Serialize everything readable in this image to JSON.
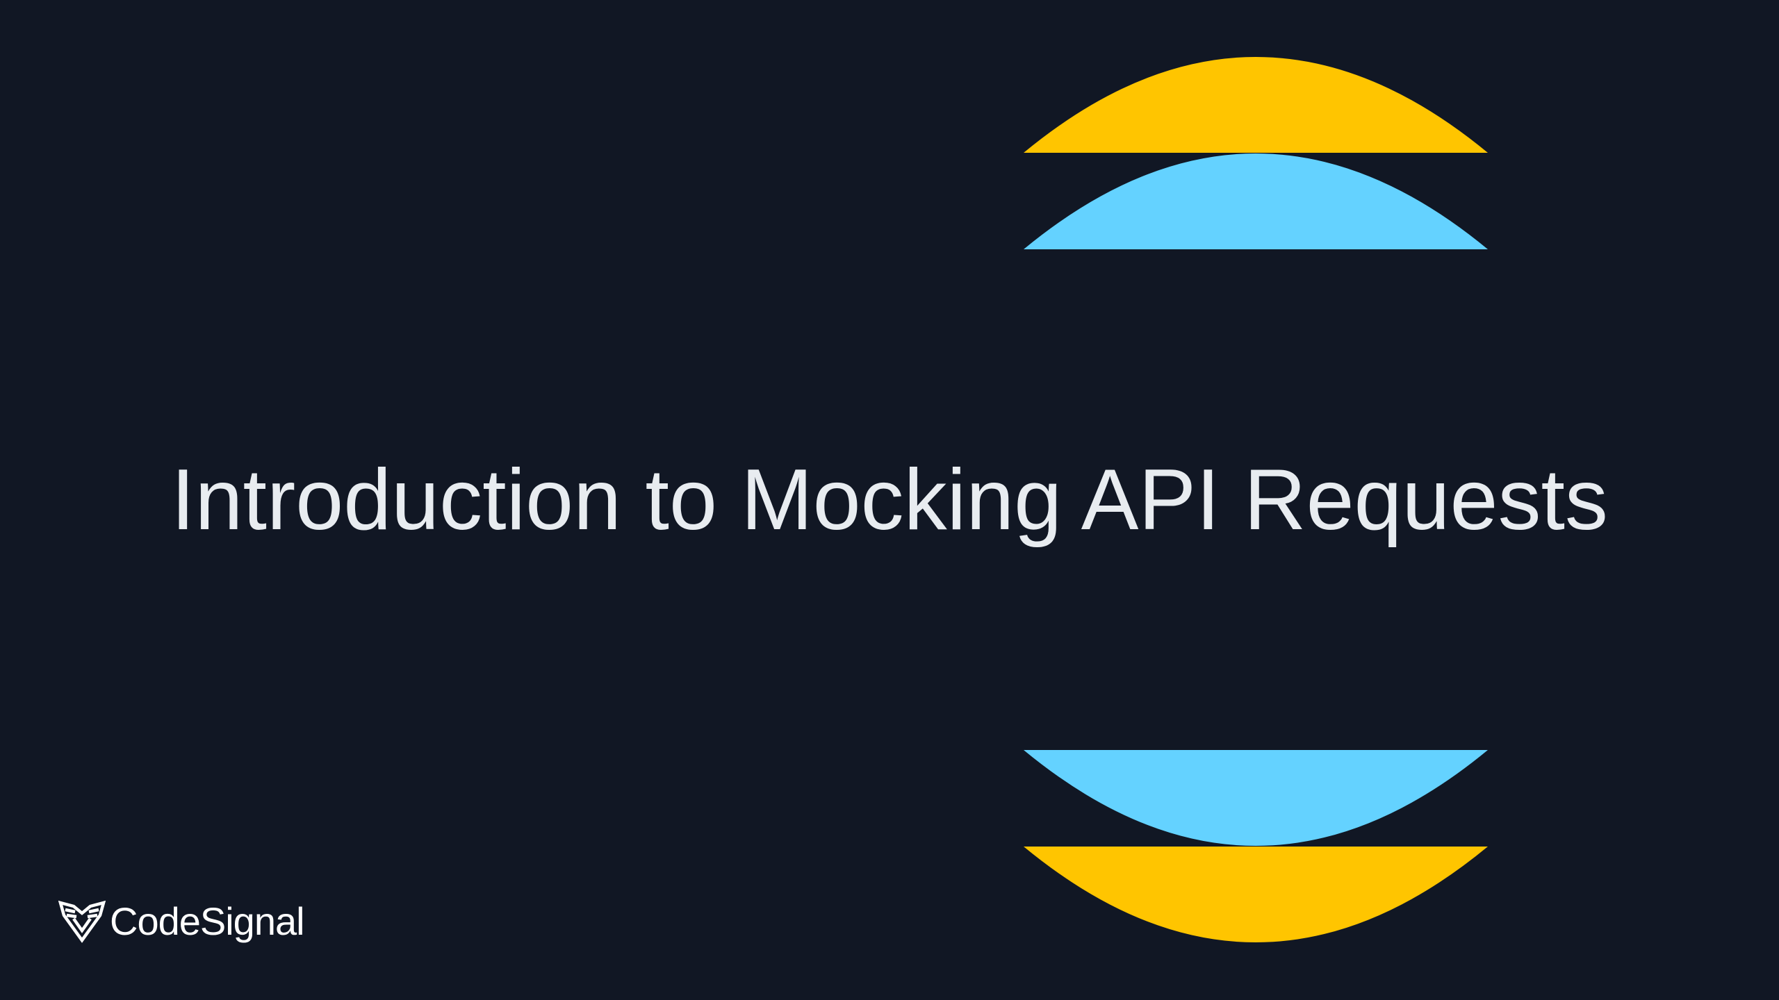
{
  "slide": {
    "title": "Introduction to Mocking API Requests",
    "background_color": "#111724",
    "title_color": "#E8ECF0"
  },
  "decoration": {
    "shapes": [
      {
        "name": "top-yellow-cap",
        "color": "#FFC500"
      },
      {
        "name": "top-blue-cap",
        "color": "#64D2FF"
      },
      {
        "name": "bottom-blue-bowl",
        "color": "#64D2FF"
      },
      {
        "name": "bottom-yellow-bowl",
        "color": "#FFC500"
      }
    ]
  },
  "brand": {
    "icon": "codesignal-logo-icon",
    "name": "CodeSignal"
  }
}
